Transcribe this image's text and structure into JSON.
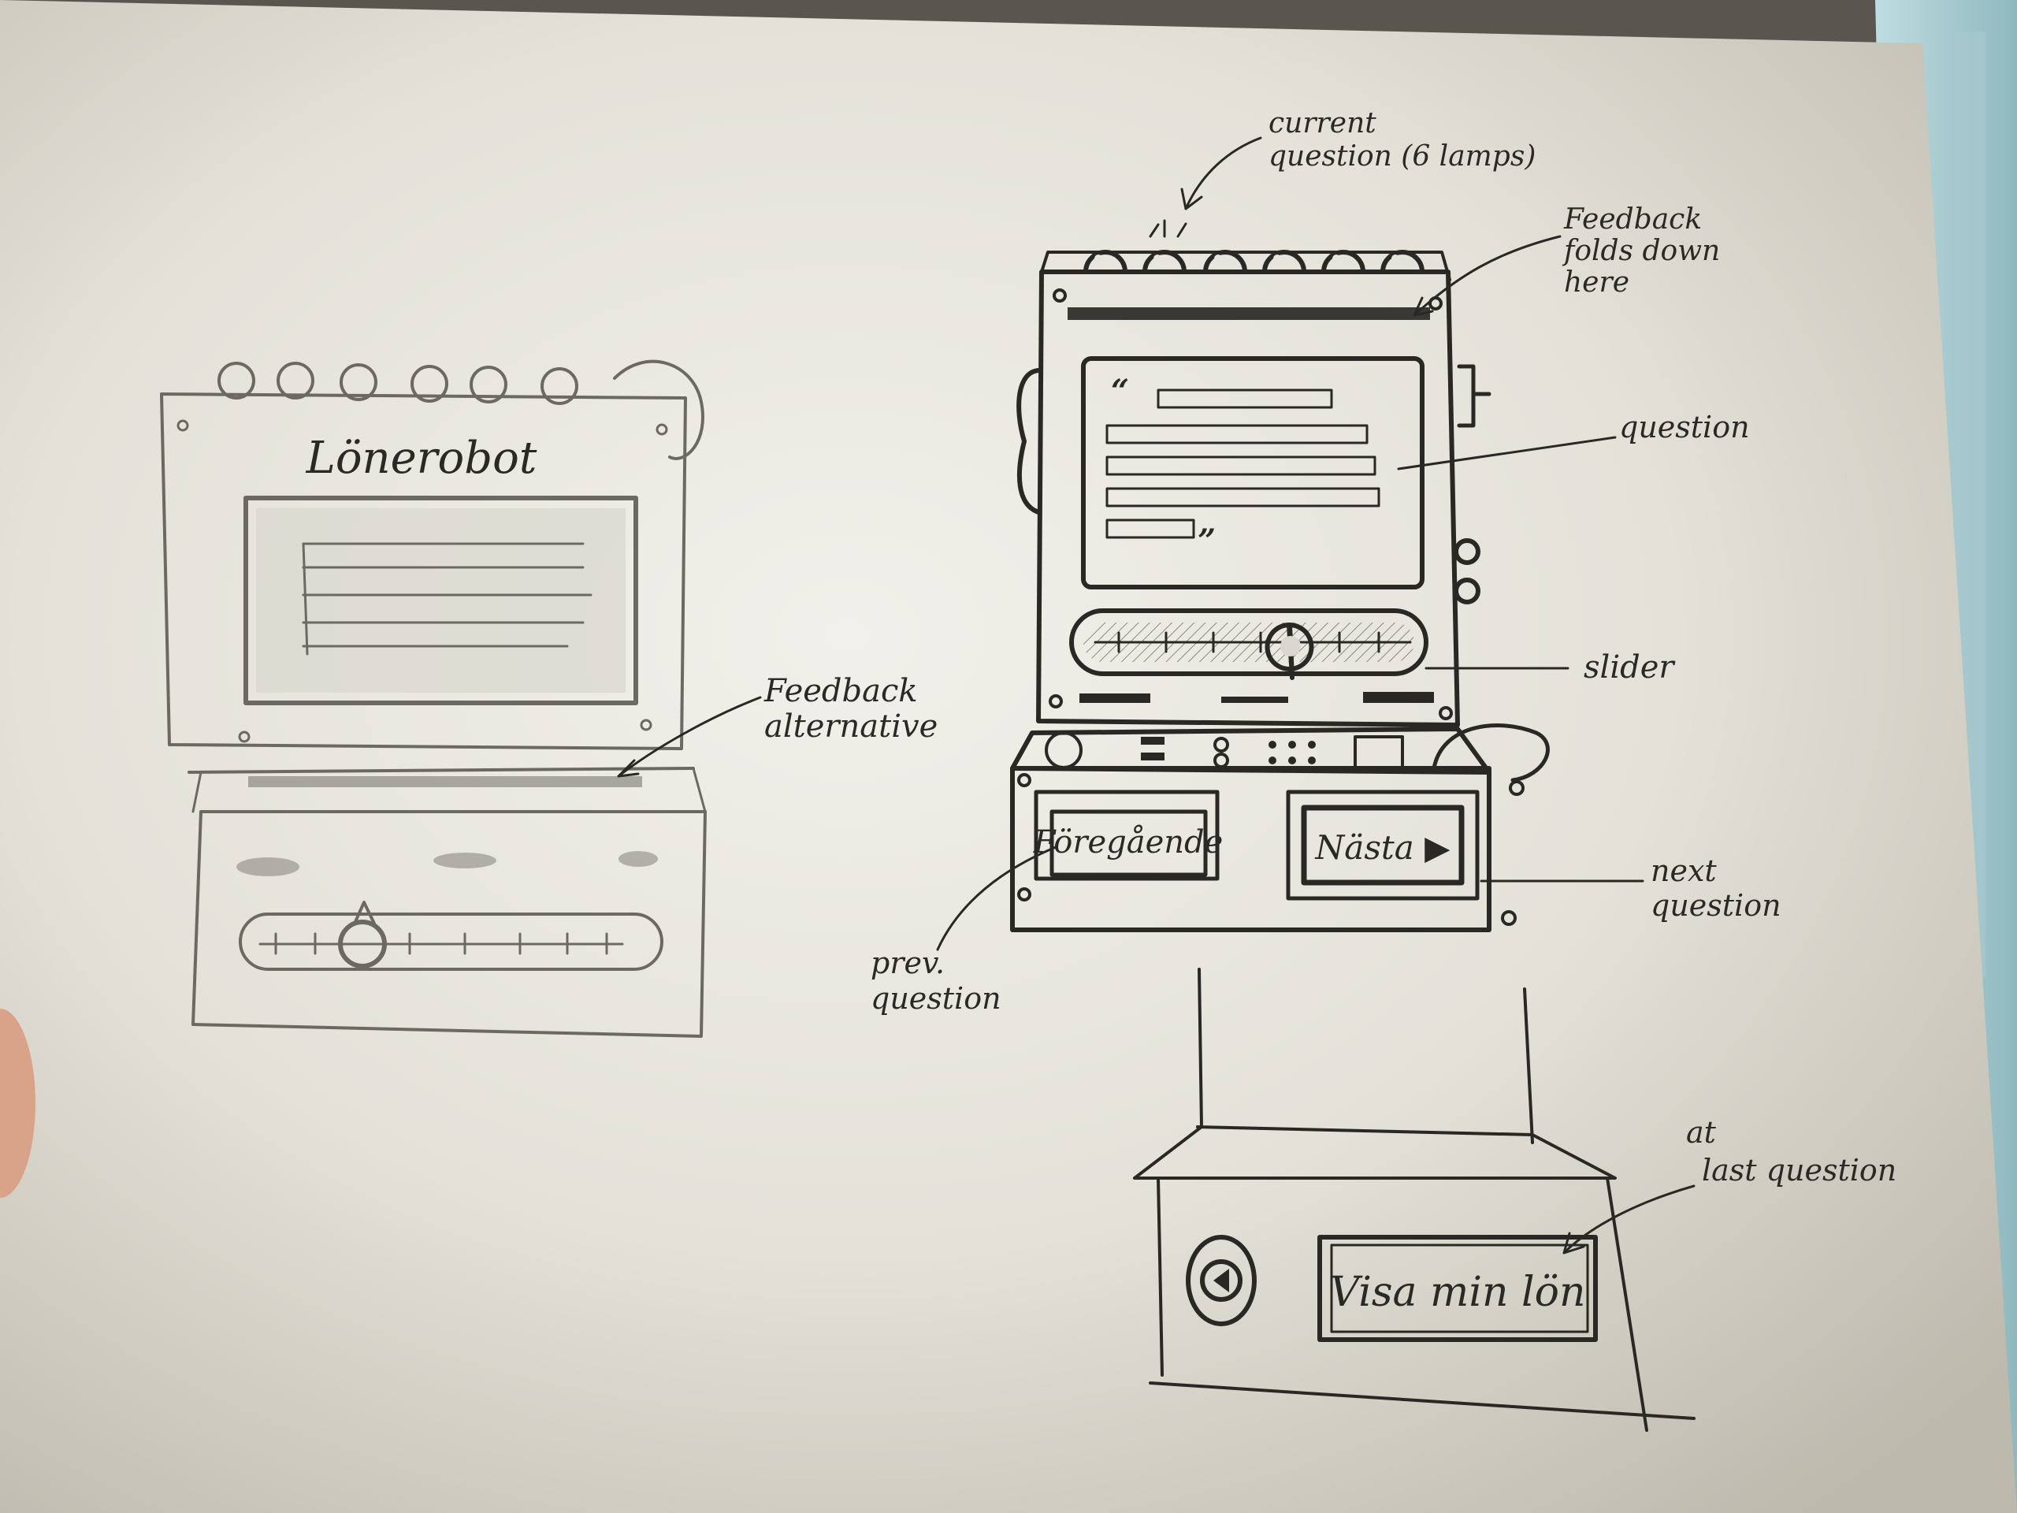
{
  "left_sketch": {
    "title": "Lönerobot",
    "annotation_feedback": [
      "Feedback",
      "alternative"
    ]
  },
  "right_sketch": {
    "annotation_current": [
      "current",
      "question (6 lamps)"
    ],
    "annotation_feedback": [
      "Feedback",
      "folds down",
      "here"
    ],
    "annotation_question": "question",
    "annotation_slider": "slider",
    "annotation_prev": [
      "prev.",
      "question"
    ],
    "annotation_next": [
      "next",
      "question"
    ],
    "quote_open": "“",
    "quote_close": "”",
    "prev_button_label": "Föregående",
    "next_button_label": "Nästa ▶"
  },
  "bottom_sketch": {
    "annotation_last": [
      "at",
      "last question"
    ],
    "show_salary_label": "Visa min lön"
  }
}
